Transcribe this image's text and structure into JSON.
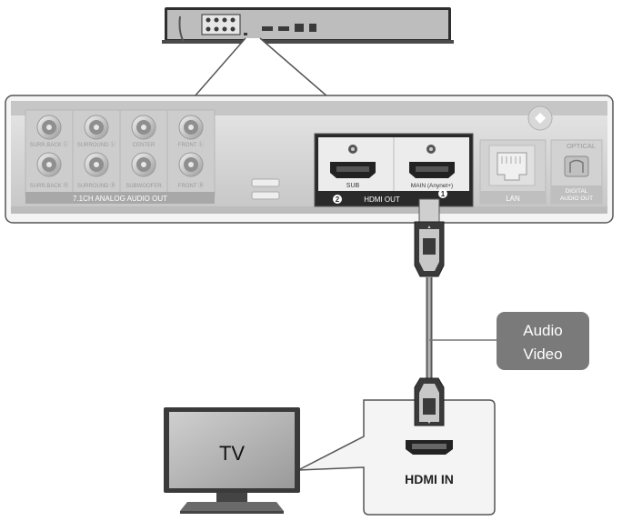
{
  "panel": {
    "jacks_top": [
      "SURR.BACK Ⓛ",
      "SURROUND Ⓛ",
      "CENTER",
      "FRONT Ⓛ"
    ],
    "jacks_bottom": [
      "SURR.BACK Ⓡ",
      "SURROUND Ⓡ",
      "SUBWOOFER",
      "FRONT Ⓡ"
    ],
    "analog_label": "7.1CH ANALOG AUDIO OUT",
    "hdmi_sub": "SUB",
    "hdmi_main": "MAIN (Anynet+)",
    "hdmi_num_sub": "2",
    "hdmi_num_main": "1",
    "hdmi_out": "HDMI OUT",
    "lan": "LAN",
    "optical": "OPTICAL",
    "digital_line1": "DIGITAL",
    "digital_line2": "AUDIO OUT"
  },
  "callout": {
    "line1": "Audio",
    "line2": "Video"
  },
  "tv": {
    "label": "TV"
  },
  "hdmi_in": {
    "label": "HDMI IN"
  }
}
